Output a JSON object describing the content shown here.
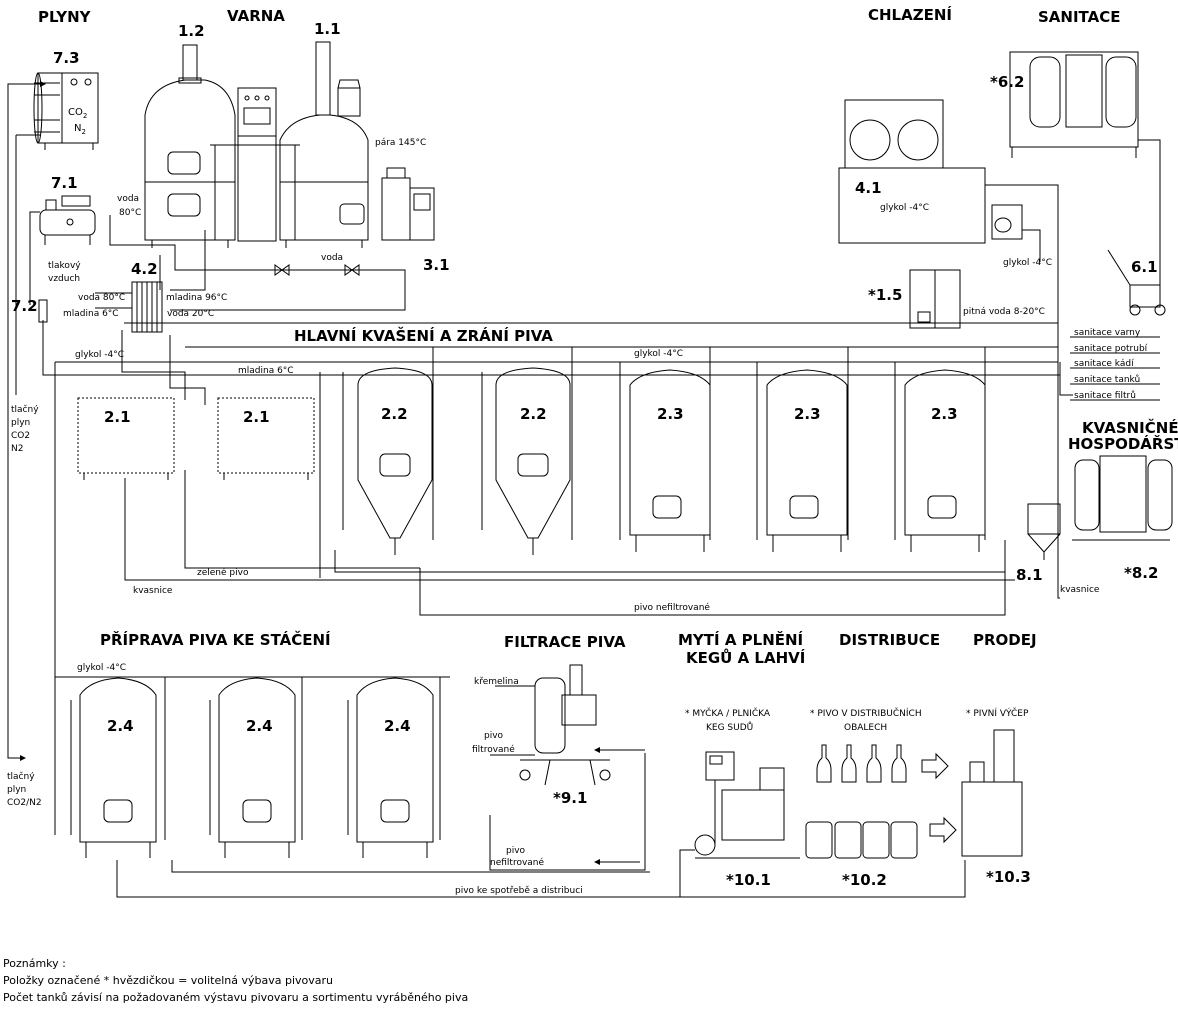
{
  "sections": {
    "plyny": "PLYNY",
    "varna": "VARNA",
    "chlazeni": "CHLAZENÍ",
    "sanitace": "SANITACE",
    "hlavni": "HLAVNÍ KVAŠENÍ A ZRÁNÍ PIVA",
    "kvasnicne_1": "KVASNIČNÉ",
    "kvasnicne_2": "HOSPODÁŘSTVÍ",
    "priprava": "PŘÍPRAVA PIVA KE STÁČENÍ",
    "filtrace": "FILTRACE PIVA",
    "myti_1": "MYTÍ A PLNĚNÍ",
    "myti_2": "KEGŮ A LAHVÍ",
    "distribuce": "DISTRIBUCE",
    "prodej": "PRODEJ"
  },
  "numbers": {
    "n12": "1.2",
    "n11": "1.1",
    "n73": "7.3",
    "n71": "7.1",
    "n42": "4.2",
    "n72": "7.2",
    "n31": "3.1",
    "n41": "4.1",
    "n62": "*6.2",
    "n61": "6.1",
    "n15": "*1.5",
    "t21a": "2.1",
    "t21b": "2.1",
    "t22a": "2.2",
    "t22b": "2.2",
    "t23a": "2.3",
    "t23b": "2.3",
    "t23c": "2.3",
    "t24a": "2.4",
    "t24b": "2.4",
    "t24c": "2.4",
    "n81": "8.1",
    "n82": "*8.2",
    "n91": "*9.1",
    "n101": "*10.1",
    "n102": "*10.2",
    "n103": "*10.3"
  },
  "labels": {
    "co2": "CO",
    "co2_sub": "2",
    "n2": "N",
    "n2_sub": "2",
    "para": "pára 145°C",
    "voda80c_1": "voda",
    "voda80c_2": "80°C",
    "voda": "voda",
    "tlakovy_1": "tlakový",
    "tlakovy_2": "vzduch",
    "voda80": "voda 80°C",
    "mladina96": "mladina 96°C",
    "mladina6": "mladina 6°C",
    "voda20": "voda 20°C",
    "glykol4_a": "glykol -4°C",
    "glykol4_b": "glykol -4°C",
    "glykol4_c": "glykol -4°C",
    "glykol4_d": "glykol -4°C",
    "glykol4_e": "glykol -4°C",
    "mladina6_b": "mladina 6°C",
    "pitna": "pitná voda 8-20°C",
    "tlacny1_1": "tlačný",
    "tlacny1_2": "plyn",
    "tlacny1_3": "CO2",
    "tlacny1_4": "N2",
    "tlacny2_1": "tlačný",
    "tlacny2_2": "plyn",
    "tlacny2_3": "CO2/N2",
    "zelene": "zelené pivo",
    "kvasnice_a": "kvasnice",
    "kvasnice_b": "kvasnice",
    "nefilt": "pivo nefiltrované",
    "kremelina": "křemelina",
    "filtrovane_1": "pivo",
    "filtrovane_2": "filtrované",
    "nefilt2_1": "pivo",
    "nefilt2_2": "nefiltrované",
    "spotreba": "pivo ke spotřebě a distribuci",
    "mycka_1": "* MYČKA / PLNIČKA",
    "mycka_2": "KEG SUDŮ",
    "obaly_1": "* PIVO V DISTRIBUČNÍCH",
    "obaly_2": "OBALECH",
    "vycep": "* PIVNÍ VÝČEP"
  },
  "sanitace_list": [
    "sanitace varny",
    "sanitace potrubí",
    "sanitace kádí",
    "sanitace tanků",
    "sanitace filtrů"
  ],
  "notes": {
    "line1": "Poznámky :",
    "line2": "Položky označené * hvězdičkou = volitelná výbava pivovaru",
    "line3": "Počet tanků závisí na požadovaném výstavu pivovaru a sortimentu vyráběného piva"
  }
}
